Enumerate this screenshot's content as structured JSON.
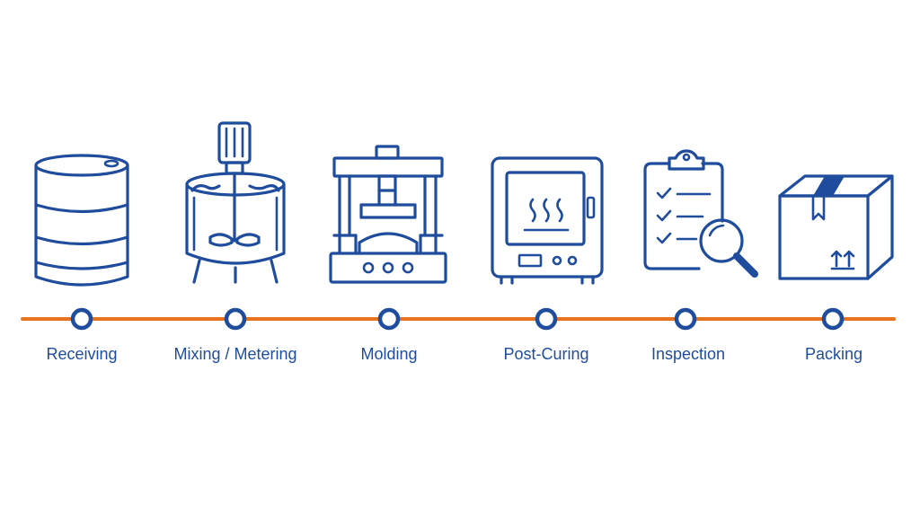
{
  "diagram": {
    "colors": {
      "primary": "#1f4c9c",
      "timeline": "#e8731f",
      "background": "#ffffff"
    },
    "steps": [
      {
        "label": "Receiving",
        "icon": "barrel-icon"
      },
      {
        "label": "Mixing / Metering",
        "icon": "mixing-tank-icon"
      },
      {
        "label": "Molding",
        "icon": "press-icon"
      },
      {
        "label": "Post-Curing",
        "icon": "oven-icon"
      },
      {
        "label": "Inspection",
        "icon": "clipboard-inspection-icon"
      },
      {
        "label": "Packing",
        "icon": "box-icon"
      }
    ]
  }
}
